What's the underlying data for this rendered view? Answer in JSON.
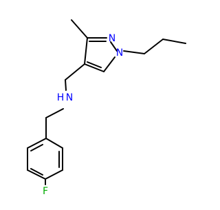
{
  "molecule": {
    "atoms": {
      "n_pyrazole_2": "N",
      "n_pyrazole_1": "N",
      "n_amine": "N",
      "h_amine": "H",
      "f_fluoro": "F"
    },
    "colors": {
      "bond": "#000000",
      "nitrogen": "#0000ff",
      "fluorine": "#00aa00",
      "background": "#ffffff"
    }
  }
}
